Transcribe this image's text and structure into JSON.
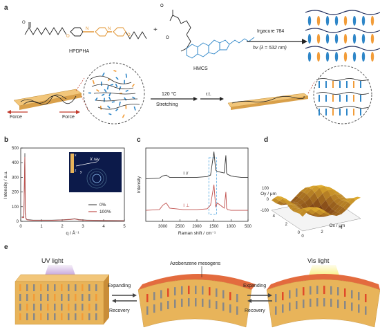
{
  "panels": {
    "a": "a",
    "b": "b",
    "c": "c",
    "d": "d",
    "e": "e"
  },
  "panel_a": {
    "molecule1": "HPDPHA",
    "plus": "+",
    "molecule2": "HMCS",
    "reagent": "Irgacure 784",
    "light": "hv (λ = 532 nm)",
    "force_left": "Force",
    "force_right": "Force",
    "temp": "120 °C",
    "stretching": "Stretching",
    "rt": "r.t."
  },
  "chart_data": [
    {
      "id": "b",
      "type": "line",
      "title": "",
      "xlabel": "q / Å⁻¹",
      "ylabel": "Intensity / a.u.",
      "xlim": [
        0,
        5
      ],
      "ylim": [
        0,
        500
      ],
      "xticks": [
        "0",
        "1",
        "2",
        "3",
        "4",
        "5"
      ],
      "yticks": [
        "0",
        "100",
        "200",
        "300",
        "400",
        "500"
      ],
      "series": [
        {
          "name": "0%",
          "color": "#555555",
          "x": [
            0.05,
            0.15,
            0.2,
            0.22,
            0.25,
            0.3,
            0.45,
            0.6,
            0.8,
            1.0,
            1.5,
            2.0,
            2.4,
            2.6,
            2.8,
            3.2,
            4.0,
            5.0
          ],
          "y": [
            30,
            30,
            465,
            60,
            22,
            12,
            10,
            8,
            8,
            8,
            8,
            10,
            14,
            18,
            12,
            8,
            6,
            5
          ]
        },
        {
          "name": "100%",
          "color": "#c0504d",
          "x": [
            0.05,
            0.15,
            0.2,
            0.22,
            0.25,
            0.3,
            0.45,
            0.6,
            0.8,
            1.0,
            1.5,
            2.0,
            2.4,
            2.6,
            2.8,
            3.2,
            4.0,
            5.0
          ],
          "y": [
            25,
            25,
            440,
            50,
            18,
            10,
            8,
            7,
            7,
            7,
            7,
            9,
            12,
            16,
            10,
            7,
            5,
            4
          ]
        }
      ],
      "legend": "bottom-right",
      "inset": {
        "label_x": "x",
        "label_z": "z",
        "label_y": "y",
        "beam": "X ray"
      }
    },
    {
      "id": "c",
      "type": "line",
      "xlabel": "Raman shift / cm⁻¹",
      "ylabel": "Intensity",
      "xlim": [
        3500,
        500
      ],
      "xticks": [
        "3000",
        "2500",
        "2000",
        "1500",
        "1000",
        "500"
      ],
      "series": [
        {
          "name": "I //",
          "color": "#333333",
          "x": [
            3500,
            3100,
            3000,
            2900,
            2800,
            2400,
            2000,
            1700,
            1600,
            1500,
            1450,
            1400,
            1200,
            1150,
            1130,
            1100,
            1000,
            900,
            700,
            500
          ],
          "y": [
            0.58,
            0.59,
            0.62,
            0.63,
            0.6,
            0.6,
            0.6,
            0.61,
            0.63,
            0.95,
            0.7,
            0.68,
            0.66,
            0.9,
            0.66,
            0.64,
            0.62,
            0.61,
            0.6,
            0.6
          ]
        },
        {
          "name": "I ⊥",
          "color": "#c0504d",
          "x": [
            3500,
            3100,
            3000,
            2900,
            2800,
            2400,
            2000,
            1700,
            1600,
            1500,
            1450,
            1400,
            1200,
            1150,
            1130,
            1100,
            1000,
            900,
            700,
            500
          ],
          "y": [
            0.15,
            0.16,
            0.22,
            0.25,
            0.18,
            0.16,
            0.16,
            0.17,
            0.22,
            0.5,
            0.2,
            0.25,
            0.18,
            0.4,
            0.18,
            0.16,
            0.15,
            0.15,
            0.15,
            0.15
          ]
        }
      ]
    },
    {
      "id": "d",
      "type": "heatmap",
      "title": "",
      "zlabel": "",
      "xlabel": "Ox / μm",
      "ylabel": "Oy / μm",
      "zticks": [
        "100",
        "0",
        "-100"
      ],
      "xticks": [
        "0",
        "2",
        "4"
      ],
      "yticks": [
        "0",
        "2",
        "4"
      ]
    }
  ],
  "panel_e": {
    "uv": "UV light",
    "vis": "Vis light",
    "azo": "Azobenzene mesogens",
    "expanding1": "Expanding",
    "recovery1": "Recovery",
    "expanding2": "Expanding",
    "recovery2": "Recovery"
  },
  "colors": {
    "film": "#e8b45a",
    "blue": "#2e86c8",
    "orange": "#f29c38",
    "red": "#c0504d",
    "purple": "#a06ac4",
    "yellow": "#f6e73c"
  }
}
